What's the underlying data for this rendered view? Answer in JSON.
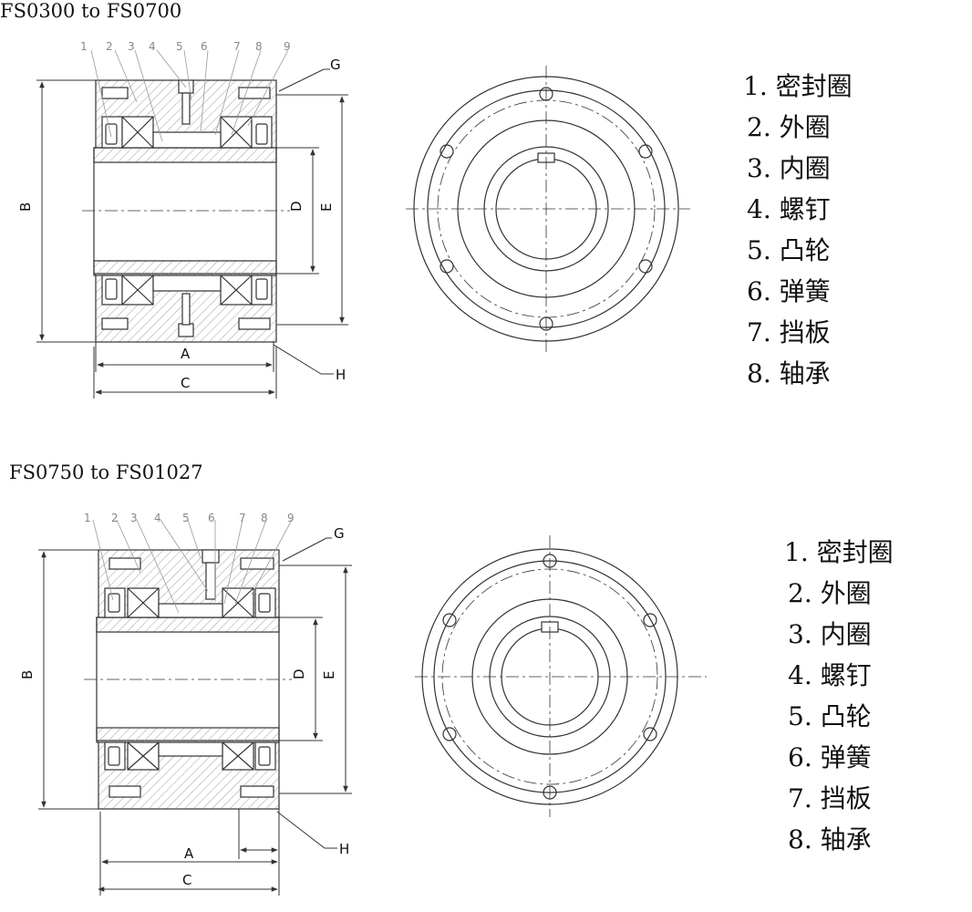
{
  "sections": [
    {
      "title": "FS0300 to FS0700",
      "legend": [
        "1. 密封圈",
        "2. 外圈",
        "3. 内圈",
        "4. 螺钉",
        "5. 凸轮",
        "6. 弹簧",
        "7. 挡板",
        "8. 轴承"
      ],
      "part_numbers": [
        "1",
        "2",
        "3",
        "4",
        "5",
        "6",
        "7",
        "8",
        "9"
      ],
      "dims": {
        "A": "A",
        "B": "B",
        "C": "C",
        "D": "D",
        "E": "E",
        "G": "G",
        "H": "H"
      }
    },
    {
      "title": "FS0750 to FS01027",
      "legend": [
        "1. 密封圈",
        "2. 外圈",
        "3. 内圈",
        "4. 螺钉",
        "5. 凸轮",
        "6. 弹簧",
        "7. 挡板",
        "8. 轴承"
      ],
      "part_numbers": [
        "1",
        "2",
        "3",
        "4",
        "5",
        "6",
        "7",
        "8",
        "9"
      ],
      "dims": {
        "A": "A",
        "B": "B",
        "C": "C",
        "D": "D",
        "E": "E",
        "G": "G",
        "H": "H"
      }
    }
  ],
  "colors": {
    "line": "#333333",
    "hatch": "#9a9a9a",
    "leader": "#999999"
  }
}
